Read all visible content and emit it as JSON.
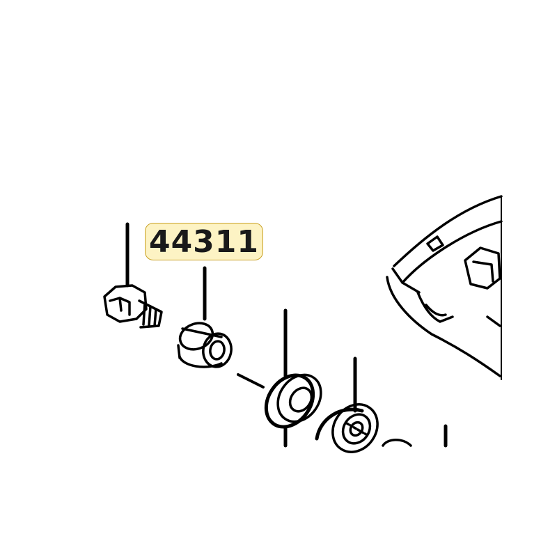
{
  "callout": {
    "part_number": "44311",
    "highlight_fill": "#fdf3c4",
    "highlight_border": "#c9a227"
  },
  "parts": [
    {
      "name": "flange-bolt"
    },
    {
      "name": "bushing"
    },
    {
      "name": "seal"
    },
    {
      "name": "bearing"
    },
    {
      "name": "housing-bracket"
    }
  ],
  "colors": {
    "line": "#000000",
    "background": "#ffffff"
  }
}
